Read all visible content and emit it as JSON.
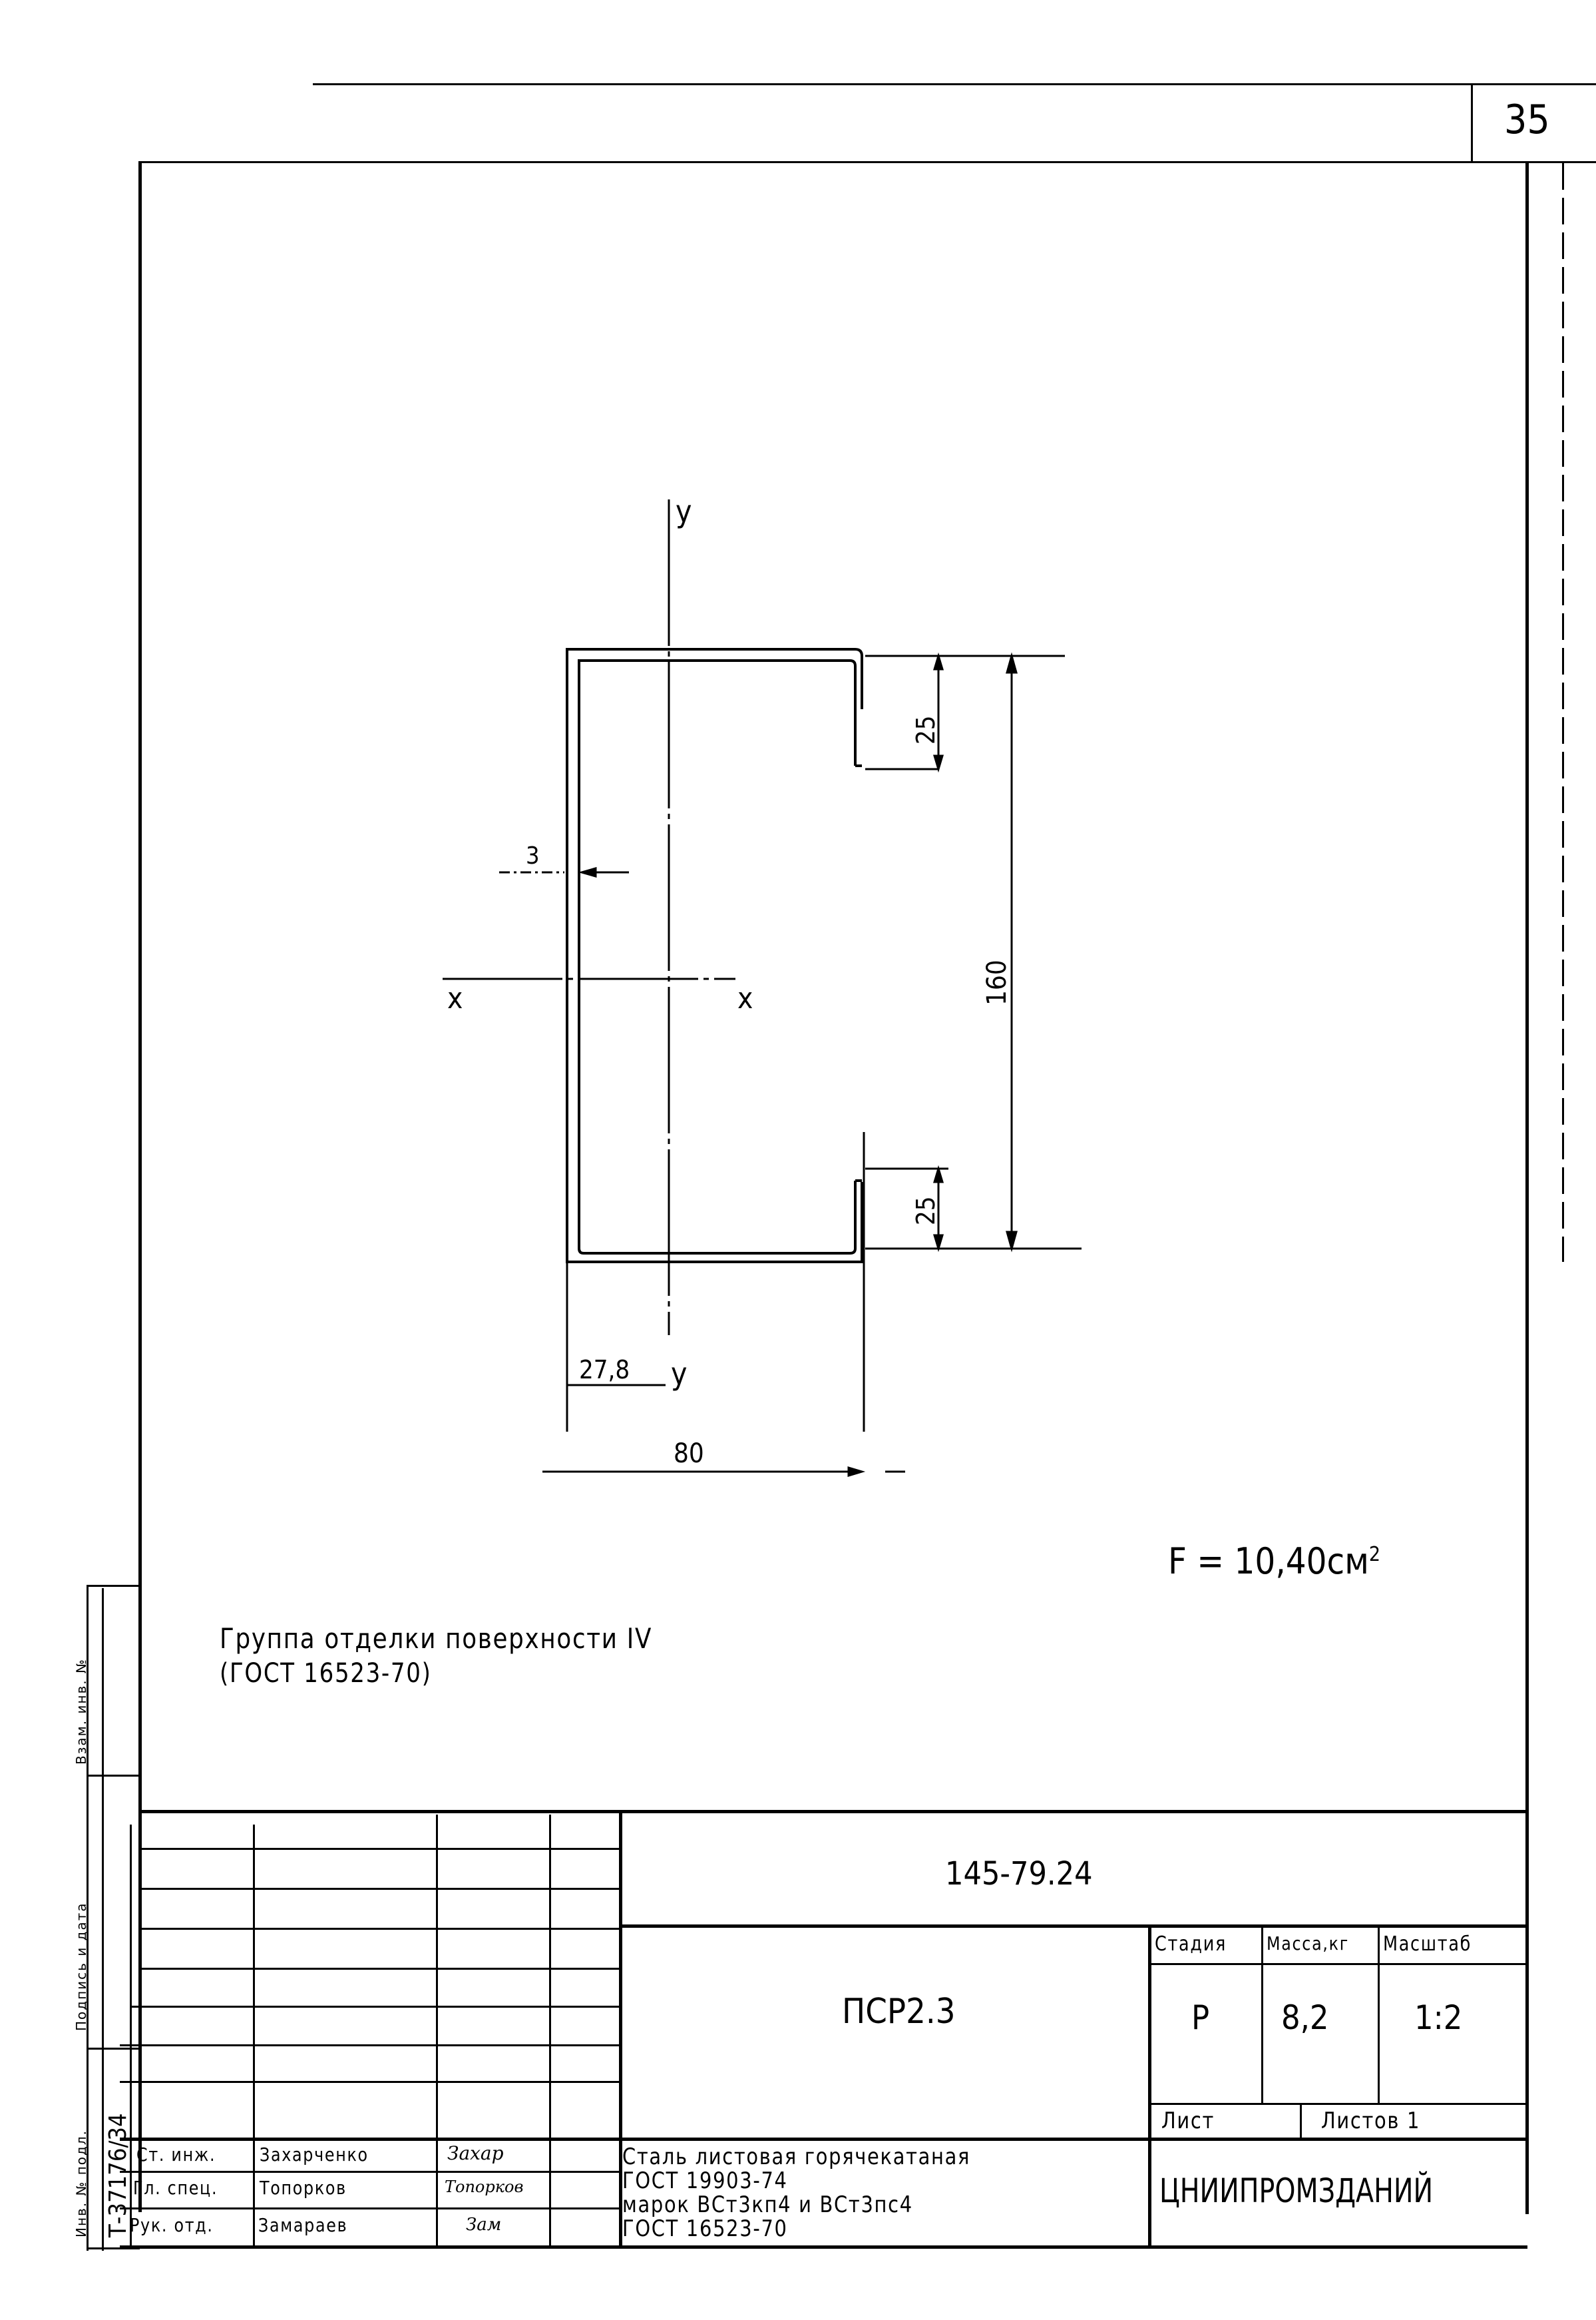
{
  "sheet": {
    "page_number": "35"
  },
  "drawing": {
    "axis_y_top": "y",
    "axis_y_bottom": "y",
    "axis_x_left": "x",
    "axis_x_right": "x",
    "dim_thickness": "3",
    "dim_height": "160",
    "dim_lip_top": "25",
    "dim_lip_bottom": "25",
    "dim_centroid": "27,8",
    "dim_width": "80",
    "area_label": "F = 10,40см",
    "area_superscript": "2"
  },
  "notes": {
    "line1": "Группа   отделки   поверхности  IV",
    "line2": "(ГОСТ 16523-70)"
  },
  "side_stamp": {
    "col1_top": "Взам. инв. №",
    "col1_mid": "Подпись и дата",
    "col1_bottom": "Инв. № подл.",
    "col2_bottom": "Т-37176/34"
  },
  "title_block": {
    "document_code": "145-79.24",
    "product_name": "ПСР2.3",
    "stage_header": "Стадия",
    "mass_header": "Масса,кг",
    "scale_header": "Масштаб",
    "stage_value": "Р",
    "mass_value": "8,2",
    "scale_value": "1:2",
    "sheet_label": "Лист",
    "sheets_label": "Листов 1",
    "material_line1": "Сталь листовая горячекатаная",
    "material_line2": "ГОСТ 19903-74",
    "material_line3": "марок ВСт3кп4 и ВСт3пс4",
    "material_line4": "ГОСТ 16523-70",
    "organization": "ЦНИИПРОМЗДАНИЙ",
    "signatures": [
      {
        "role": "Ст. инж.",
        "name": "Захарченко",
        "signature": "Захар"
      },
      {
        "role": "Гл. спец.",
        "name": "Топорков",
        "signature": "Топорков"
      },
      {
        "role": "Рук. отд.",
        "name": "Замараев",
        "signature": "Зам"
      }
    ]
  }
}
